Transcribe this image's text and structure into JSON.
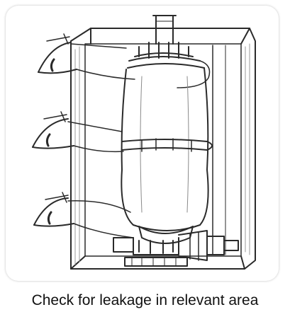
{
  "figure": {
    "caption": "Check for leakage in relevant area",
    "illustration": {
      "subject": "filter-housing-sketch",
      "eyes": [
        "eye-top",
        "eye-middle",
        "eye-bottom"
      ],
      "stroke_color": "#2a2a2a",
      "shade_color": "#bfbfbf"
    }
  }
}
